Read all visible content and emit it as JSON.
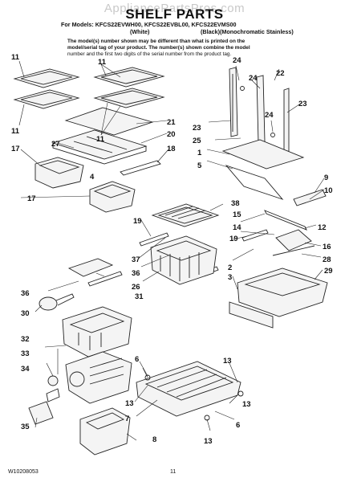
{
  "watermark": "AppliancePartsPros.com",
  "header": {
    "title": "SHELF PARTS",
    "models_line": "For Models: KFCS22EVWH00, KFCS22EVBL00, KFCS22EVMS00",
    "color_white": "(White)",
    "color_black_ms": "(Black)(Monochromatic Stainless)"
  },
  "note": {
    "line1": "The model(s) number shown may be different than what is printed on the",
    "line2": "model/serial tag of your product. The number(s) shown combine the model",
    "line3": "number and the first two digits of the serial number from the product tag."
  },
  "footer": {
    "doc_number": "W10208053",
    "page_number": "11"
  },
  "callouts": {
    "c1": "1",
    "c2": "2",
    "c3": "3",
    "c4": "4",
    "c5": "5",
    "c6": "6",
    "c7": "7",
    "c8": "8",
    "c9": "9",
    "c10": "10",
    "c11": "11",
    "c12": "12",
    "c13": "13",
    "c14": "14",
    "c15": "15",
    "c16": "16",
    "c17": "17",
    "c18": "18",
    "c19": "19",
    "c20": "20",
    "c21": "21",
    "c22": "22",
    "c23": "23",
    "c24": "24",
    "c25": "25",
    "c26": "26",
    "c27": "27",
    "c28": "28",
    "c29": "29",
    "c30": "30",
    "c31": "31",
    "c32": "32",
    "c33": "33",
    "c34": "34",
    "c35": "35",
    "c36": "36",
    "c37": "37",
    "c38": "38"
  }
}
